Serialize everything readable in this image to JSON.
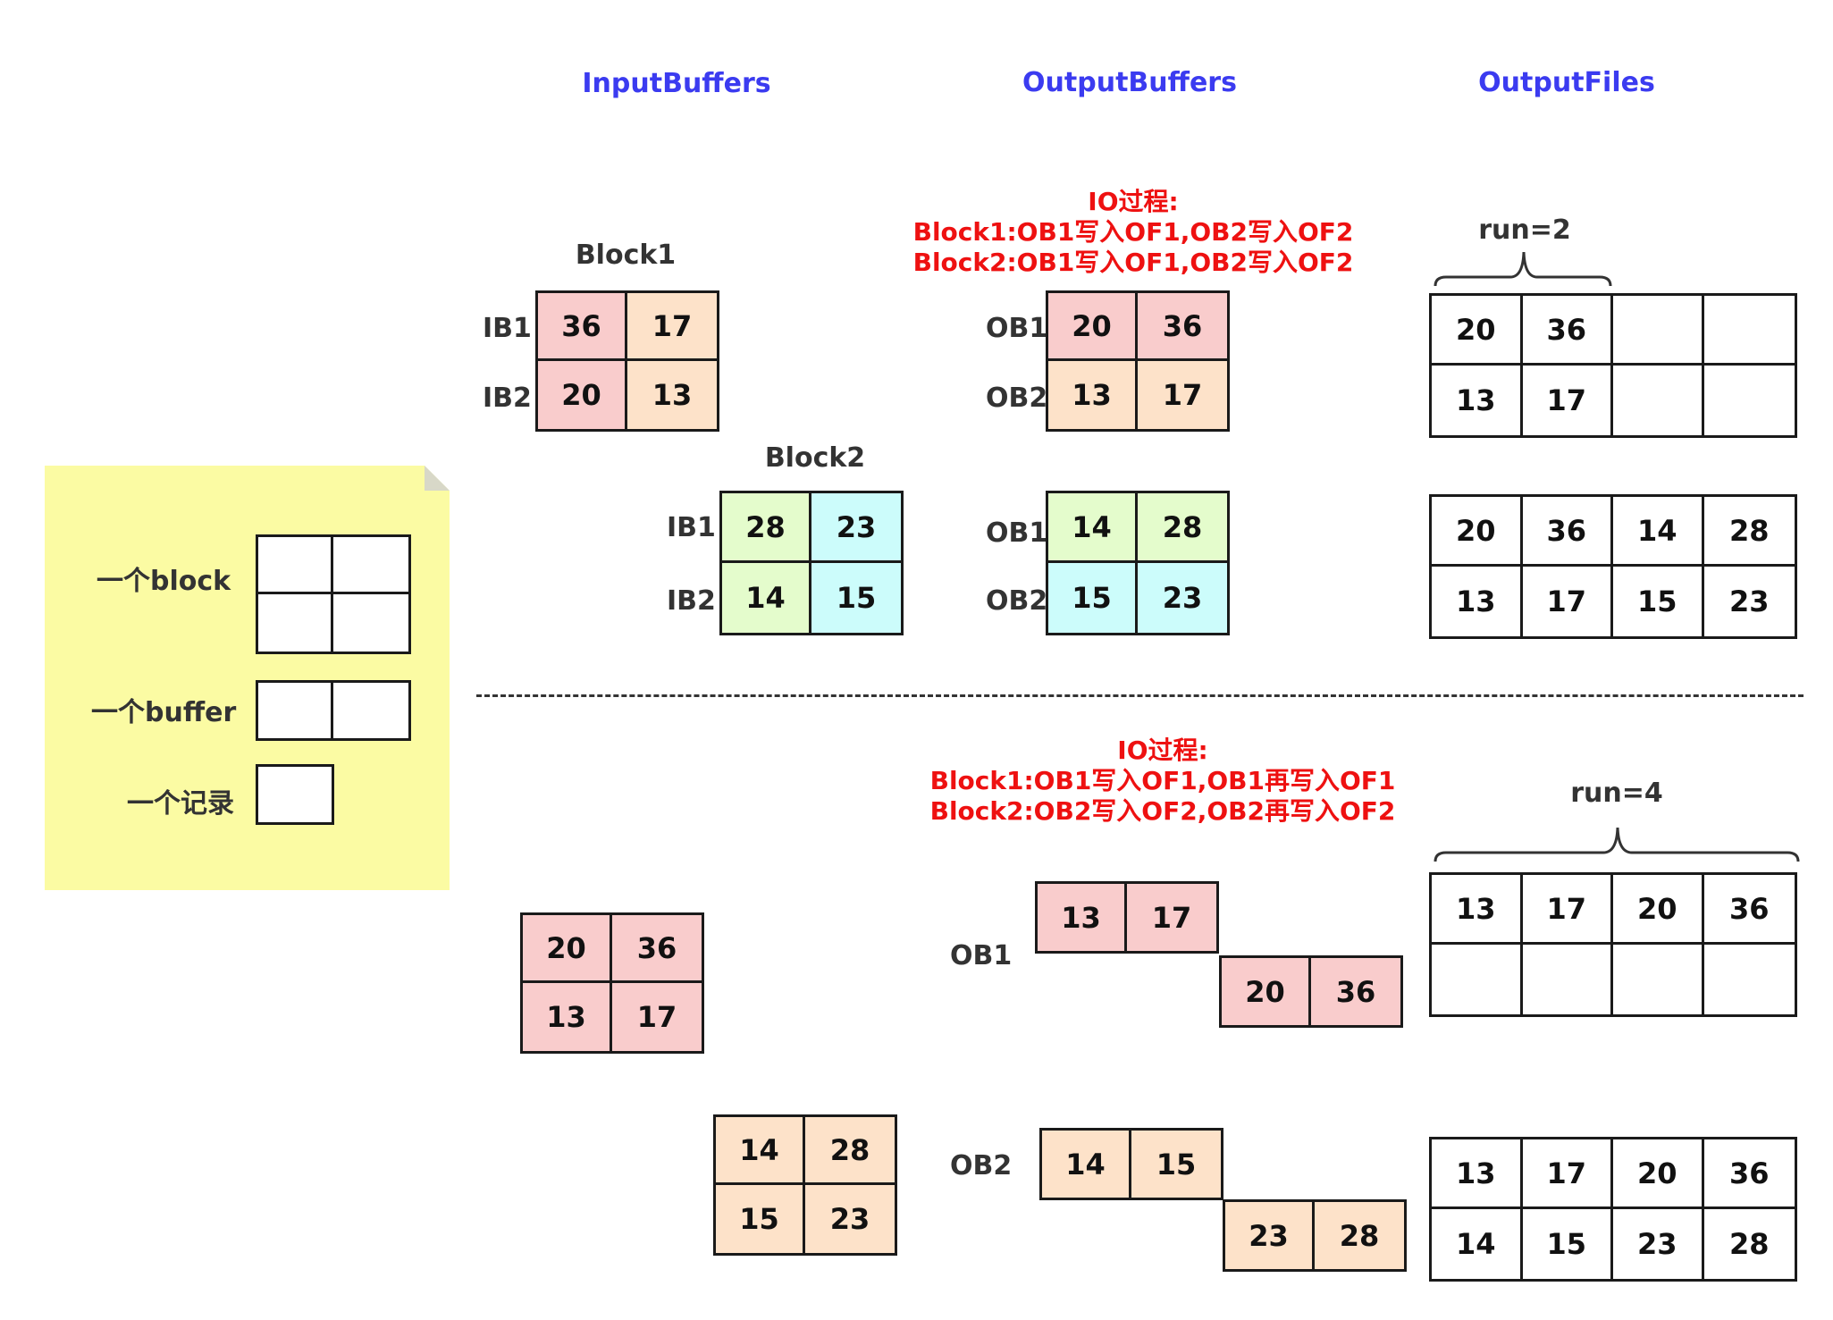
{
  "colors": {
    "pink": "#f9cccc",
    "peach": "#fde2c9",
    "green": "#e4fccc",
    "cyan": "#ccfcfb",
    "white": "#ffffff",
    "header": "#3b3bf0",
    "io_text": "#ee1111",
    "note_bg": "#fbfba3"
  },
  "headers": {
    "input_buffers": "InputBuffers",
    "output_buffers": "OutputBuffers",
    "output_files": "OutputFiles"
  },
  "legend": {
    "block": "一个block",
    "buffer": "一个buffer",
    "record": "一个记录"
  },
  "top": {
    "block1_label": "Block1",
    "block2_label": "Block2",
    "ib1": "IB1",
    "ib2": "IB2",
    "ob1": "OB1",
    "ob2": "OB2",
    "io": [
      "IO过程:",
      "Block1:OB1写入OF1,OB2写入OF2",
      "Block2:OB1写入OF1,OB2写入OF2"
    ],
    "run": "run=2",
    "block1": [
      [
        "36",
        "17"
      ],
      [
        "20",
        "13"
      ]
    ],
    "block2": [
      [
        "28",
        "23"
      ],
      [
        "14",
        "15"
      ]
    ],
    "ob_1": [
      [
        "20",
        "36"
      ],
      [
        "13",
        "17"
      ]
    ],
    "ob_2": [
      [
        "14",
        "28"
      ],
      [
        "15",
        "23"
      ]
    ],
    "of_1": [
      [
        "20",
        "36",
        "",
        ""
      ],
      [
        "13",
        "17",
        "",
        ""
      ]
    ],
    "of_2": [
      [
        "20",
        "36",
        "14",
        "28"
      ],
      [
        "13",
        "17",
        "15",
        "23"
      ]
    ]
  },
  "bottom": {
    "ob1": "OB1",
    "ob2": "OB2",
    "io": [
      "IO过程:",
      "Block1:OB1写入OF1,OB1再写入OF1",
      "Block2:OB2写入OF2,OB2再写入OF2"
    ],
    "run": "run=4",
    "block1": [
      [
        "20",
        "36"
      ],
      [
        "13",
        "17"
      ]
    ],
    "block2": [
      [
        "14",
        "28"
      ],
      [
        "15",
        "23"
      ]
    ],
    "ob1_a": [
      [
        "13",
        "17"
      ]
    ],
    "ob1_b": [
      [
        "20",
        "36"
      ]
    ],
    "ob2_a": [
      [
        "14",
        "15"
      ]
    ],
    "ob2_b": [
      [
        "23",
        "28"
      ]
    ],
    "of_1": [
      [
        "13",
        "17",
        "20",
        "36"
      ],
      [
        "",
        "",
        "",
        ""
      ]
    ],
    "of_2": [
      [
        "13",
        "17",
        "20",
        "36"
      ],
      [
        "14",
        "15",
        "23",
        "28"
      ]
    ]
  }
}
